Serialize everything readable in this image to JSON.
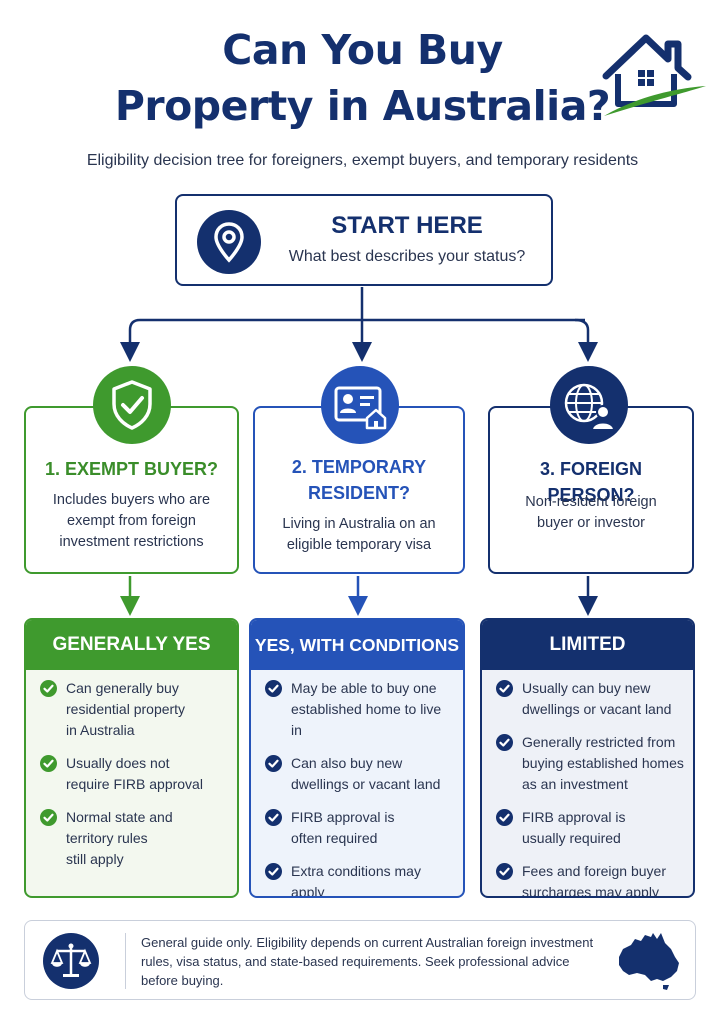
{
  "header": {
    "title_line1": "Can You Buy",
    "title_line2": "Property in Australia?",
    "subtitle": "Eligibility decision tree for foreigners, exempt buyers, and temporary residents"
  },
  "start": {
    "icon": "location-pin-icon",
    "title": "START HERE",
    "question": "What best describes your status?"
  },
  "categories": [
    {
      "icon": "shield-check-icon",
      "title_line1": "1. EXEMPT BUYER?",
      "title_line2": "",
      "desc_lines": [
        "Includes buyers who are",
        "exempt from foreign",
        "investment restrictions"
      ],
      "result_label": "GENERALLY YES",
      "bullets": [
        [
          "Can generally buy",
          "residential property",
          "in Australia"
        ],
        [
          "Usually does not",
          "require FIRB approval"
        ],
        [
          "Normal state and",
          "territory rules",
          "still apply"
        ]
      ]
    },
    {
      "icon": "id-card-house-icon",
      "title_line1": "2. TEMPORARY",
      "title_line2": "RESIDENT?",
      "desc_lines": [
        "Living in Australia on an",
        "eligible temporary visa"
      ],
      "result_label": "YES, WITH CONDITIONS",
      "bullets": [
        [
          "May be able to buy one",
          "established home to live in"
        ],
        [
          "Can also buy new",
          "dwellings or vacant land"
        ],
        [
          "FIRB approval is",
          "often required"
        ],
        [
          "Extra conditions may apply"
        ]
      ]
    },
    {
      "icon": "globe-person-icon",
      "title_line1": "3. FOREIGN PERSON?",
      "title_line2": "",
      "desc_lines": [
        "Non-resident foreign",
        "buyer or investor"
      ],
      "result_label": "LIMITED",
      "bullets": [
        [
          "Usually can buy new",
          "dwellings or vacant land"
        ],
        [
          "Generally restricted from",
          "buying established homes",
          "as an investment"
        ],
        [
          "FIRB approval is",
          "usually required"
        ],
        [
          "Fees and foreign buyer",
          "surcharges may apply"
        ]
      ]
    }
  ],
  "footer": {
    "icon": "scales-of-justice-icon",
    "text_lines": [
      "General guide only. Eligibility depends on current Australian foreign investment",
      "rules, visa status, and state-based requirements. Seek professional advice",
      "before buying."
    ],
    "map_icon": "australia-map-icon"
  },
  "colors": {
    "navy": "#14306e",
    "blue": "#2553b8",
    "green": "#3f9a2e"
  }
}
